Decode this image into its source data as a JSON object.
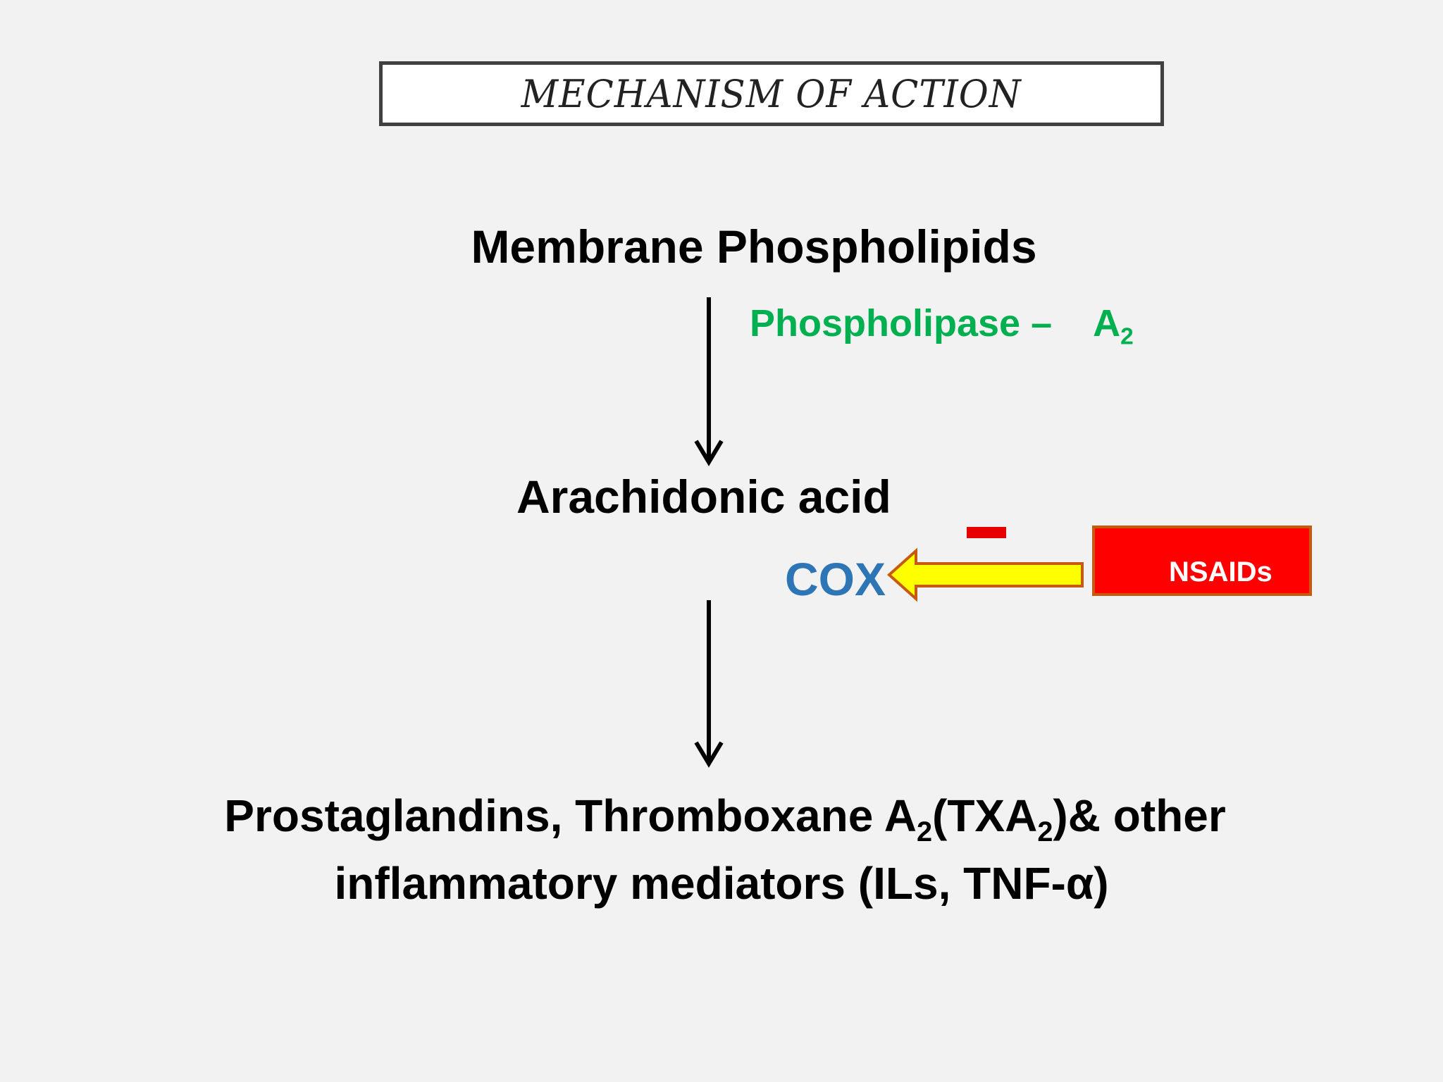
{
  "title": "MECHANISM OF ACTION",
  "nodes": {
    "membrane": "Membrane Phospholipids",
    "arachidonic": "Arachidonic acid",
    "products_line1_a": "Prostaglandins, Thromboxane A",
    "products_line1_sub1": "2",
    "products_line1_b": "(TXA",
    "products_line1_sub2": "2",
    "products_line1_c": ")&  other",
    "products_line2": "inflammatory mediators (ILs, TNF-α)"
  },
  "enzymes": {
    "pla2_text": "Phospholipase –",
    "pla2_letter": "A",
    "pla2_sub": "2",
    "cox": "COX"
  },
  "inhibitor": {
    "label": "NSAIDs",
    "effect_symbol": "–"
  },
  "colors": {
    "pla2": "#00b050",
    "cox": "#2e75b6",
    "nsaid_box": "#ff0000",
    "nsaid_border": "#c55a11",
    "inhibit_arrow": "#ffff00",
    "inhibit_arrow_border": "#c55a11"
  }
}
